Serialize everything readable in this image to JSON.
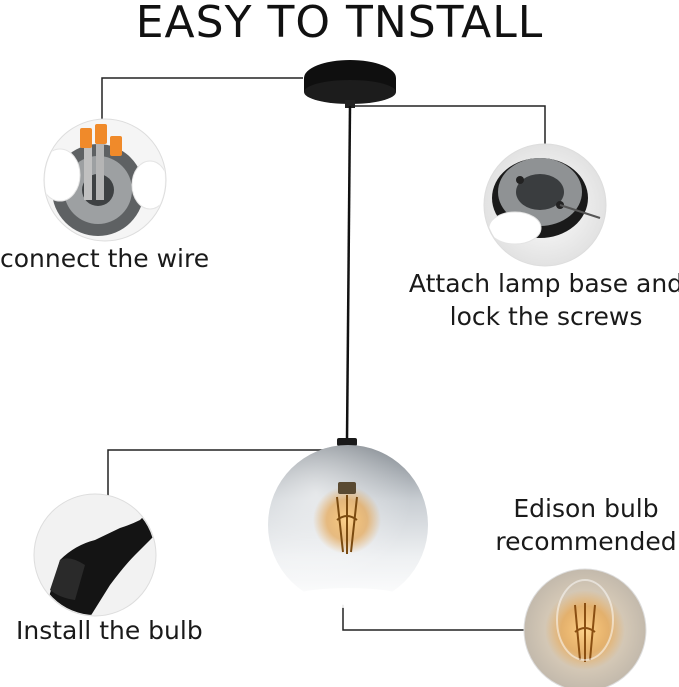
{
  "title": "EASY TO TNSTALL",
  "steps": {
    "connect_wire": "connect the wire",
    "attach_base_line1": "Attach lamp base and",
    "attach_base_line2": "lock the screws",
    "install_bulb": "Install the bulb",
    "edison_line1": "Edison bulb",
    "edison_line2": "recommended"
  },
  "colors": {
    "text": "#1a1a1a",
    "lines": "#222222",
    "lamp_black": "#111111",
    "glass_silver": "#aeb3b8",
    "bulb_amber": "#e8a23a",
    "metal_plate": "#8a8d8f"
  },
  "icons": {
    "ceiling_canopy": "ceiling-canopy-icon",
    "wire_connector_photo": "wire-connector-icon",
    "lamp_base_photo": "lamp-base-icon",
    "socket_photo": "bulb-socket-icon",
    "edison_bulb_photo": "edison-bulb-icon",
    "glass_globe": "glass-globe-icon"
  }
}
